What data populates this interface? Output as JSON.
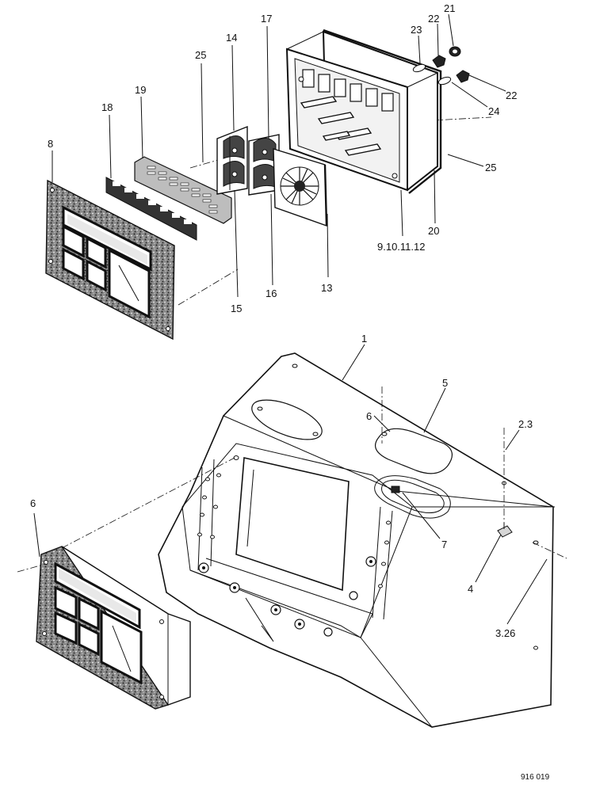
{
  "callouts": {
    "c1": "1",
    "c2_3": "2.3",
    "c3_26": "3.26",
    "c4": "4",
    "c5": "5",
    "c6_top": "6",
    "c6_bottom": "6",
    "c7": "7",
    "c8": "8",
    "c9_10_11_12": "9.10.11.12",
    "c13": "13",
    "c14": "14",
    "c15": "15",
    "c16": "16",
    "c17": "17",
    "c18": "18",
    "c19": "19",
    "c20": "20",
    "c21": "21",
    "c22_top": "22",
    "c22_right": "22",
    "c23": "23",
    "c24": "24",
    "c25_top": "25",
    "c25_right": "25"
  },
  "figure_number": "916 019"
}
